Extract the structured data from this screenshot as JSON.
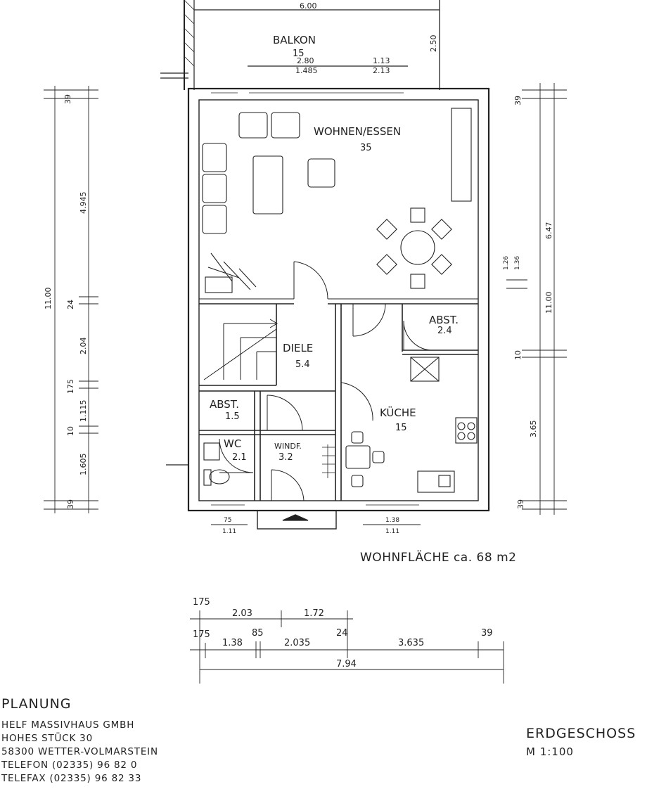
{
  "balcony": {
    "width": "6.00",
    "depth": "2.50",
    "name": "BALKON",
    "area": "15",
    "dims": {
      "d1_top": "2.80",
      "d1_bot": "1.485",
      "d2_top": "1.13",
      "d2_bot": "2.13"
    }
  },
  "rooms": {
    "wohnen": {
      "name": "WOHNEN/ESSEN",
      "area": "35"
    },
    "diele": {
      "name": "DIELE",
      "area": "5.4"
    },
    "abst1": {
      "name": "ABST.",
      "area": "2.4"
    },
    "abst2": {
      "name": "ABST.",
      "area": "1.5"
    },
    "kueche": {
      "name": "KÜCHE",
      "area": "15"
    },
    "wc": {
      "name": "WC",
      "area": "2.1"
    },
    "windf": {
      "name": "WINDF.",
      "area": "3.2"
    }
  },
  "left_dims": {
    "a": "39",
    "b": "4.945",
    "c": "24",
    "d": "2.04",
    "e": "175",
    "f": "1.115",
    "g": "10",
    "h": "1.605",
    "i": "39",
    "total": "11.00"
  },
  "right_dims": {
    "a": "39",
    "b": "6.47",
    "c": "1.26",
    "d": "1.36",
    "e": "11.00",
    "f": "10",
    "g": "3.65",
    "h": "39"
  },
  "opening_dims": {
    "wc_top": "75",
    "wc_bot": "1.11",
    "k_top": "1.38",
    "k_bot": "1.11"
  },
  "bottom_dims": {
    "row1": [
      "175",
      "2.03",
      "1.72"
    ],
    "row2": [
      "175",
      "1.38",
      "85",
      "2.035",
      "24",
      "3.635",
      "39"
    ],
    "total": "7.94"
  },
  "area_note": "WOHNFLÄCHE ca. 68  m2",
  "planung": {
    "title": "PLANUNG",
    "lines": [
      "HELF MASSIVHAUS GMBH",
      "HOHES STÜCK 30",
      "58300 WETTER-VOLMARSTEIN",
      "TELEFON (02335) 96 82 0",
      "TELEFAX (02335) 96 82 33"
    ]
  },
  "floor": {
    "name": "ERDGESCHOSS",
    "scale": "M 1:100"
  }
}
